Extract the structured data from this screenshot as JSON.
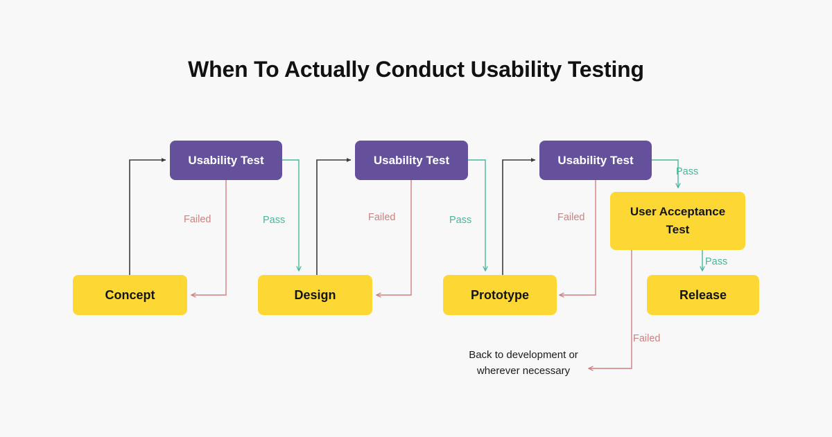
{
  "title": "When To Actually Conduct Usability Testing",
  "colors": {
    "background": "#F8F8F8",
    "purple": "#65509B",
    "yellow": "#FDD835",
    "pass": "#44B89B",
    "failed": "#CE8080",
    "flow_dark": "#3A3A3A",
    "text_dark": "#111111",
    "text_light": "#FFFFFF"
  },
  "nodes": {
    "usability_test_1": "Usability Test",
    "usability_test_2": "Usability Test",
    "usability_test_3": "Usability Test",
    "concept": "Concept",
    "design": "Design",
    "prototype": "Prototype",
    "user_acceptance_test": "User Acceptance Test",
    "release": "Release"
  },
  "edge_labels": {
    "failed_1": "Failed",
    "pass_1": "Pass",
    "failed_2": "Failed",
    "pass_2": "Pass",
    "failed_3": "Failed",
    "pass_3": "Pass",
    "pass_4": "Pass",
    "failed_4": "Failed"
  },
  "notes": {
    "back_to_development_line1": "Back to development or",
    "back_to_development_line2": "wherever necessary"
  },
  "chart_data": {
    "type": "diagram",
    "title": "When To Actually Conduct Usability Testing",
    "diagram_kind": "flowchart",
    "stages": [
      {
        "stage": "Concept",
        "type": "phase"
      },
      {
        "stage": "Usability Test",
        "type": "test"
      },
      {
        "stage": "Design",
        "type": "phase"
      },
      {
        "stage": "Usability Test",
        "type": "test"
      },
      {
        "stage": "Prototype",
        "type": "phase"
      },
      {
        "stage": "Usability Test",
        "type": "test"
      },
      {
        "stage": "User Acceptance Test",
        "type": "test"
      },
      {
        "stage": "Release",
        "type": "phase"
      }
    ],
    "edges": [
      {
        "from": "Concept",
        "to": "Usability Test 1",
        "label": "",
        "color": "#3A3A3A"
      },
      {
        "from": "Usability Test 1",
        "to": "Concept",
        "label": "Failed",
        "color": "#CE8080"
      },
      {
        "from": "Usability Test 1",
        "to": "Design",
        "label": "Pass",
        "color": "#44B89B"
      },
      {
        "from": "Design",
        "to": "Usability Test 2",
        "label": "",
        "color": "#3A3A3A"
      },
      {
        "from": "Usability Test 2",
        "to": "Design",
        "label": "Failed",
        "color": "#CE8080"
      },
      {
        "from": "Usability Test 2",
        "to": "Prototype",
        "label": "Pass",
        "color": "#44B89B"
      },
      {
        "from": "Prototype",
        "to": "Usability Test 3",
        "label": "",
        "color": "#3A3A3A"
      },
      {
        "from": "Usability Test 3",
        "to": "Prototype",
        "label": "Failed",
        "color": "#CE8080"
      },
      {
        "from": "Usability Test 3",
        "to": "User Acceptance Test",
        "label": "Pass",
        "color": "#44B89B"
      },
      {
        "from": "User Acceptance Test",
        "to": "Release",
        "label": "Pass",
        "color": "#44B89B"
      },
      {
        "from": "User Acceptance Test",
        "to": "Back to development or wherever necessary",
        "label": "Failed",
        "color": "#CE8080"
      }
    ]
  }
}
